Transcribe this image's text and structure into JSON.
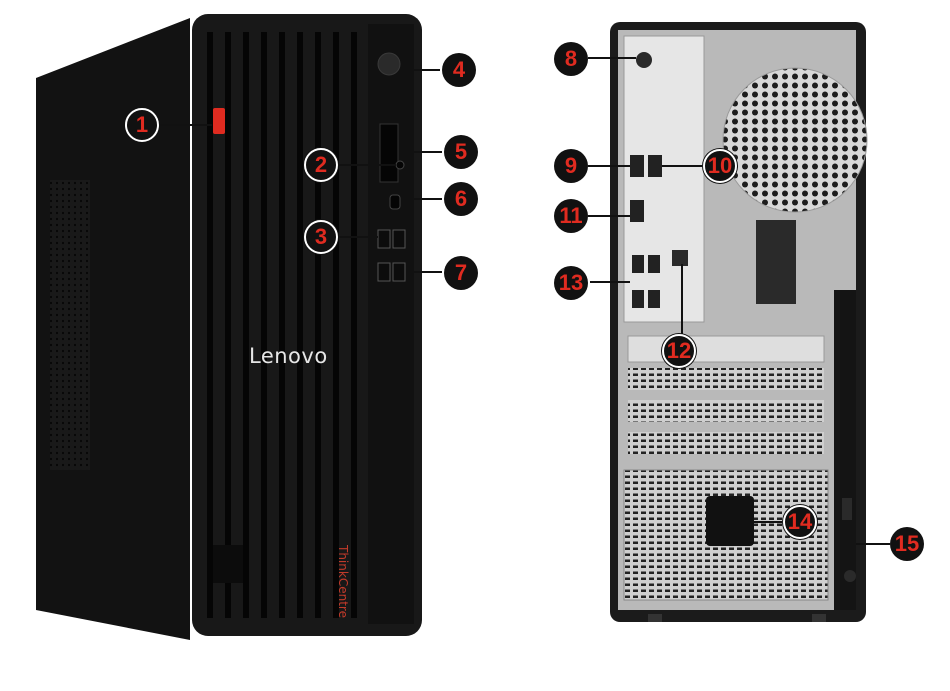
{
  "brand": {
    "front_logo": "Lenovo",
    "side_logo": "ThinkCentre"
  },
  "callouts": {
    "front": [
      "1",
      "2",
      "3",
      "4",
      "5",
      "6",
      "7"
    ],
    "rear": [
      "8",
      "9",
      "10",
      "11",
      "12",
      "13",
      "14",
      "15"
    ]
  },
  "colors": {
    "chassis": "#141414",
    "accent": "#e02b20",
    "metal": "#bdbdbd"
  }
}
